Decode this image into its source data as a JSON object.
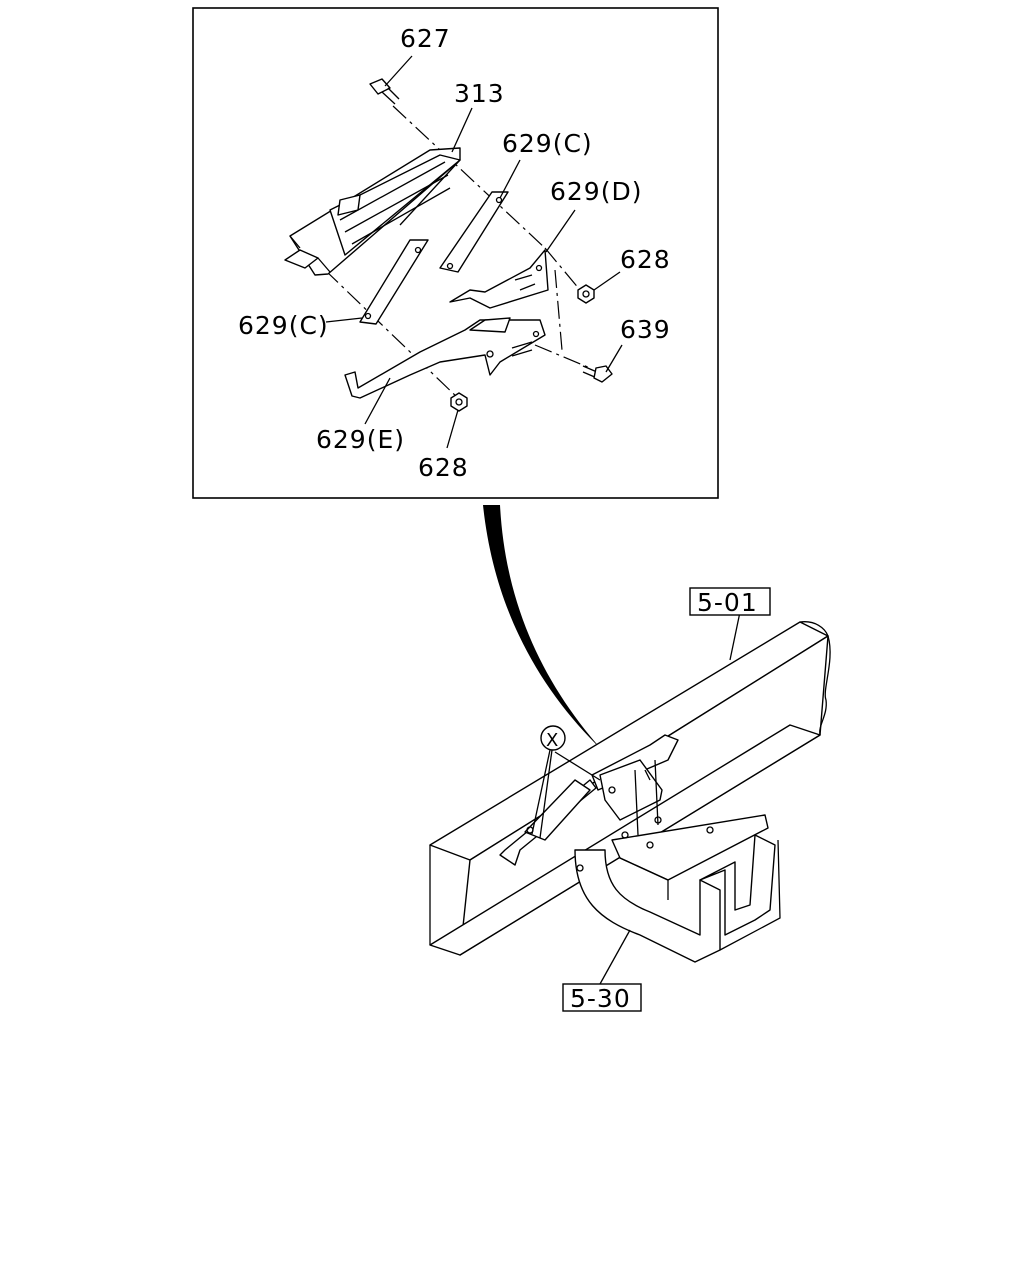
{
  "detail_callouts": {
    "p627": "627",
    "p313": "313",
    "p629c_top": "629(C)",
    "p629d": "629(D)",
    "p628_right": "628",
    "p629c_left": "629(C)",
    "p639": "639",
    "p629e": "629(E)",
    "p628_bottom": "628"
  },
  "reference_boxes": {
    "frame": "5-01",
    "crossmember": "5-30"
  },
  "view_marker": "X"
}
